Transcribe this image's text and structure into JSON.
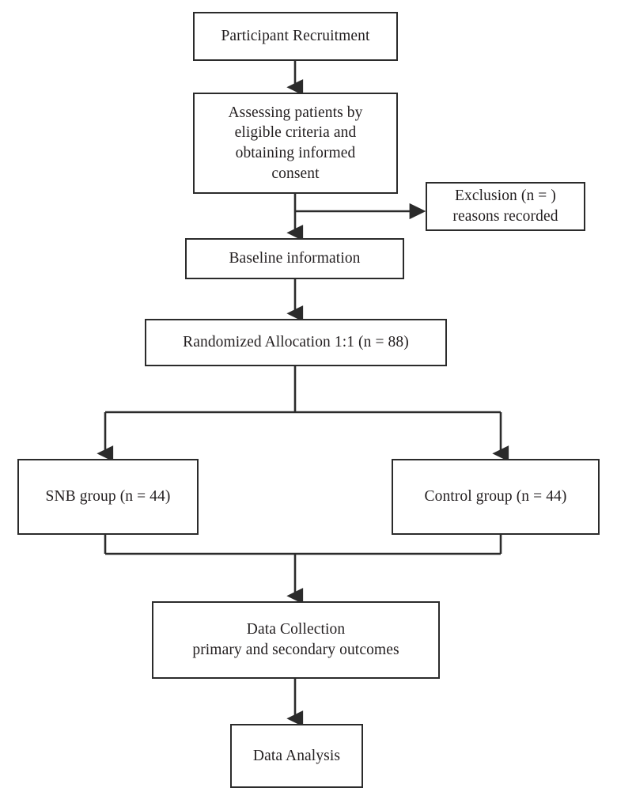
{
  "diagram": {
    "title": "CONSORT participant flow diagram",
    "type": "flowchart",
    "orientation": "top-to-bottom",
    "colors": {
      "stroke": "#2b2b2b",
      "text": "#231f20",
      "background": "#ffffff"
    },
    "nodes": [
      {
        "id": "recruitment",
        "label": "Participant Recruitment"
      },
      {
        "id": "assessment",
        "label": "Assessing patients by\neligible criteria and\nobtaining informed\nconsent"
      },
      {
        "id": "exclusion",
        "label": "Exclusion (n = )\nreasons recorded"
      },
      {
        "id": "baseline",
        "label": "Baseline information"
      },
      {
        "id": "randomization",
        "label": "Randomized Allocation 1:1 (n = 88)"
      },
      {
        "id": "snb_group",
        "label": "SNB group (n = 44)"
      },
      {
        "id": "control_group",
        "label": "Control group (n = 44)"
      },
      {
        "id": "data_collection",
        "label": "Data Collection\nprimary and secondary outcomes"
      },
      {
        "id": "data_analysis",
        "label": "Data Analysis"
      }
    ],
    "edges": [
      {
        "from": "recruitment",
        "to": "assessment",
        "style": "arrow-down"
      },
      {
        "from": "assessment",
        "to": "exclusion",
        "style": "arrow-right-branch"
      },
      {
        "from": "assessment",
        "to": "baseline",
        "style": "arrow-down"
      },
      {
        "from": "baseline",
        "to": "randomization",
        "style": "arrow-down"
      },
      {
        "from": "randomization",
        "to": "snb_group",
        "style": "split-left"
      },
      {
        "from": "randomization",
        "to": "control_group",
        "style": "split-right"
      },
      {
        "from": "snb_group",
        "to": "data_collection",
        "style": "merge"
      },
      {
        "from": "control_group",
        "to": "data_collection",
        "style": "merge"
      },
      {
        "from": "data_collection",
        "to": "data_analysis",
        "style": "arrow-down"
      }
    ],
    "counts": {
      "randomized_total": 88,
      "snb_group": 44,
      "control_group": 44,
      "excluded": ""
    }
  }
}
